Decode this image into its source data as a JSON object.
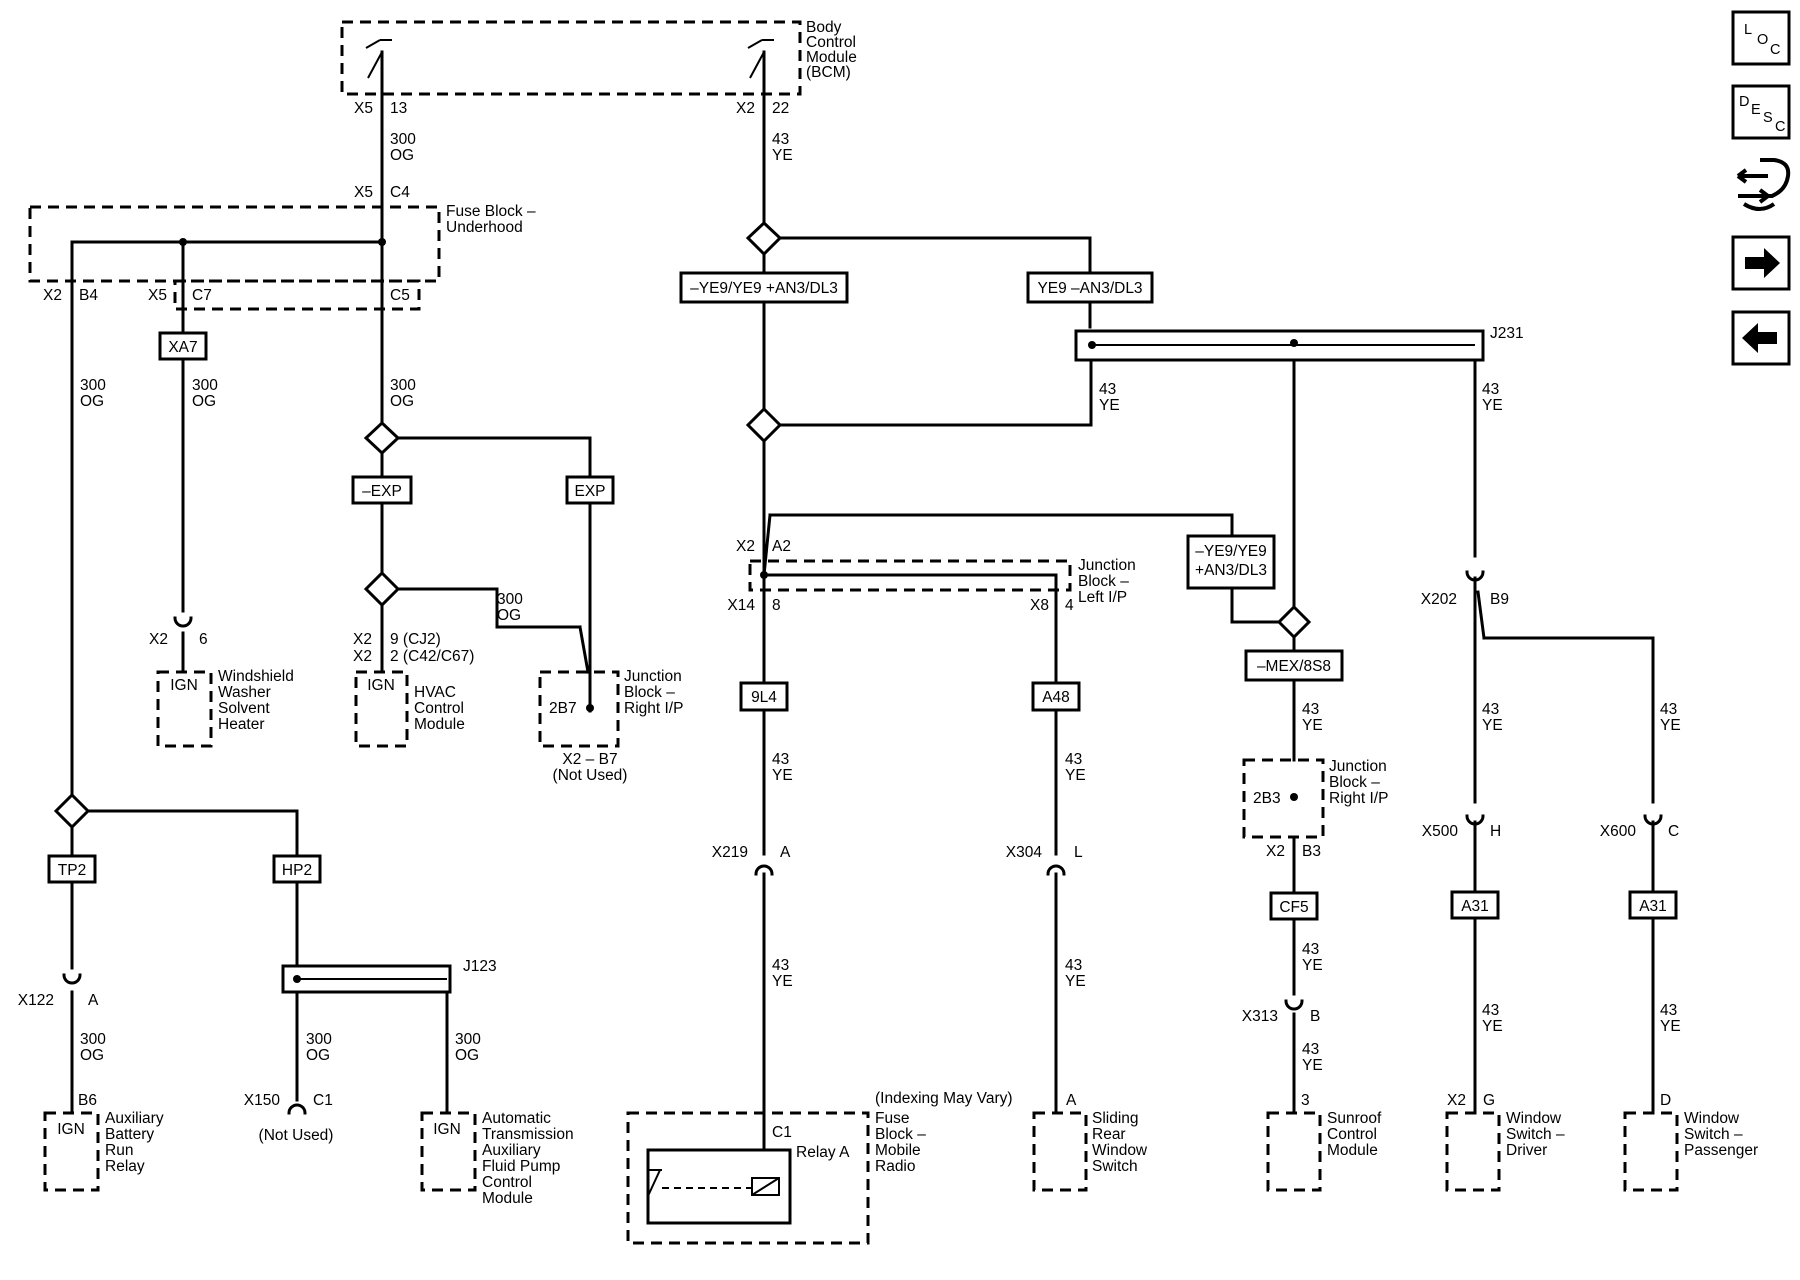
{
  "modules": {
    "bcm": [
      "Body",
      "Control",
      "Module",
      "(BCM)"
    ],
    "fuse_underhood": [
      "Fuse Block –",
      "Underhood"
    ],
    "washer_heater": [
      "Windshield",
      "Washer",
      "Solvent",
      "Heater"
    ],
    "hvac": [
      "HVAC",
      "Control",
      "Module"
    ],
    "jb_right_1": [
      "Junction",
      "Block –",
      "Right I/P"
    ],
    "jb_left": [
      "Junction",
      "Block –",
      "Left I/P"
    ],
    "jb_right_2": [
      "Junction",
      "Block –",
      "Right I/P"
    ],
    "aux_batt": [
      "Auxiliary",
      "Battery",
      "Run",
      "Relay"
    ],
    "trans_pump": [
      "Automatic",
      "Transmission",
      "Auxiliary",
      "Fluid Pump",
      "Control",
      "Module"
    ],
    "fuse_radio": [
      "Fuse",
      "Block –",
      "Mobile",
      "Radio"
    ],
    "rear_window": [
      "Sliding",
      "Rear",
      "Window",
      "Switch"
    ],
    "sunroof": [
      "Sunroof",
      "Control",
      "Module"
    ],
    "win_driver": [
      "Window",
      "Switch –",
      "Driver"
    ],
    "win_passenger": [
      "Window",
      "Switch –",
      "Passenger"
    ]
  },
  "internal": {
    "ign": "IGN",
    "jb_2b7": "2B7",
    "jb_2b3": "2B3",
    "relay_a": "Relay A",
    "relay_c1": "C1",
    "indexing": "(Indexing May Vary)"
  },
  "options": {
    "xa7": "XA7",
    "neg_exp": "–EXP",
    "exp": "EXP",
    "tp2": "TP2",
    "hp2": "HP2",
    "ye9_a": "–YE9/YE9 +AN3/DL3",
    "ye9_b": "YE9 –AN3/DL3",
    "ye9_c": [
      "–YE9/YE9",
      "+AN3/DL3"
    ],
    "mex": "–MEX/8S8",
    "9l4": "9L4",
    "a48": "A48",
    "cf5": "CF5",
    "a31_a": "A31",
    "a31_b": "A31"
  },
  "splices": {
    "j123": "J123",
    "j231": "J231"
  },
  "wires": {
    "og300": [
      "300",
      "OG"
    ],
    "ye43": [
      "43",
      "YE"
    ]
  },
  "connectors": {
    "x5": "X5",
    "x5_13": "13",
    "x2": "X2",
    "x2_22": "22",
    "x5_c4": "C4",
    "x2_b4": "B4",
    "x5_c7": "C7",
    "c5": "C5",
    "pin6": "6",
    "hvac_pin_a": "9 (CJ2)",
    "hvac_pin_b": "2 (C42/C67)",
    "x2_b7": "X2 – B7",
    "not_used": "(Not Used)",
    "x2_a2_pin": "A2",
    "x14": "X14",
    "x14_8": "8",
    "x8": "X8",
    "x8_4": "4",
    "x202": "X202",
    "b9": "B9",
    "x219": "X219",
    "x219_a": "A",
    "x304": "X304",
    "x304_l": "L",
    "x500": "X500",
    "x500_h": "H",
    "x600": "X600",
    "x600_c": "C",
    "b3": "B3",
    "x122": "X122",
    "x122_a": "A",
    "x313": "X313",
    "x313_b": "B",
    "b6": "B6",
    "x150": "X150",
    "x150_c1": "C1",
    "sliding_a": "A",
    "sunroof_3": "3",
    "driver_g": "G",
    "pass_d": "D"
  },
  "nav": {
    "loc": [
      "L",
      "O",
      "C"
    ],
    "desc": [
      "D",
      "E",
      "S",
      "C"
    ],
    "connector_icon": "connector-tool-icon",
    "next_icon": "arrow-right-icon",
    "prev_icon": "arrow-left-icon"
  }
}
